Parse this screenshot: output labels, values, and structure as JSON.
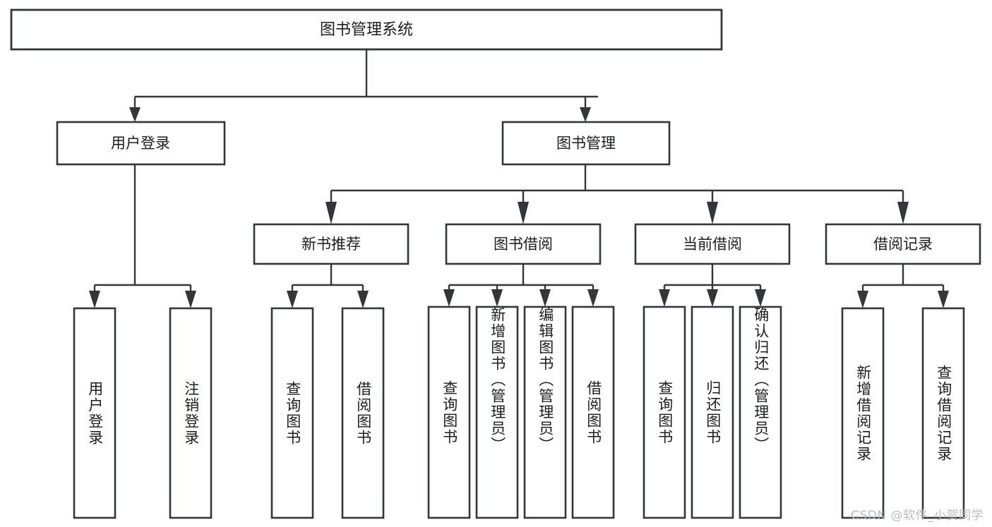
{
  "diagram": {
    "title": "图书管理系统",
    "type": "hierarchy-tree",
    "orientation": "top-down",
    "colors": {
      "stroke": "#33363b",
      "box_fill": "#ffffff",
      "text": "#1b1d20",
      "background": "#ffffff",
      "watermark": "#b9bcc0"
    },
    "root": {
      "label": "图书管理系统"
    },
    "level2": [
      {
        "id": "user-login",
        "label": "用户登录"
      },
      {
        "id": "book-manage",
        "label": "图书管理"
      }
    ],
    "level3": [
      {
        "id": "new-book-recommend",
        "label": "新书推荐",
        "parent": "book-manage"
      },
      {
        "id": "book-borrow",
        "label": "图书借阅",
        "parent": "book-manage"
      },
      {
        "id": "current-borrow",
        "label": "当前借阅",
        "parent": "book-manage"
      },
      {
        "id": "borrow-record",
        "label": "借阅记录",
        "parent": "book-manage"
      }
    ],
    "leaves": {
      "user-login": [
        {
          "id": "leaf-user-login",
          "label": "用户登录"
        },
        {
          "id": "leaf-logout",
          "label": "注销登录"
        }
      ],
      "new-book-recommend": [
        {
          "id": "leaf-query-book-1",
          "label": "查询图书"
        },
        {
          "id": "leaf-borrow-book-1",
          "label": "借阅图书"
        }
      ],
      "book-borrow": [
        {
          "id": "leaf-query-book-2",
          "label": "查询图书"
        },
        {
          "id": "leaf-add-book",
          "label": "新增图书（管理员）"
        },
        {
          "id": "leaf-edit-book",
          "label": "编辑图书（管理员）"
        },
        {
          "id": "leaf-borrow-book-2",
          "label": "借阅图书"
        }
      ],
      "current-borrow": [
        {
          "id": "leaf-query-book-3",
          "label": "查询图书"
        },
        {
          "id": "leaf-return-book",
          "label": "归还图书"
        },
        {
          "id": "leaf-confirm-return",
          "label": "确认归还（管理员）"
        }
      ],
      "borrow-record": [
        {
          "id": "leaf-add-record",
          "label": "新增借阅记录"
        },
        {
          "id": "leaf-query-record",
          "label": "查询借阅记录"
        }
      ]
    }
  },
  "watermark": {
    "text": "CSDN @软件_小贺同学"
  }
}
